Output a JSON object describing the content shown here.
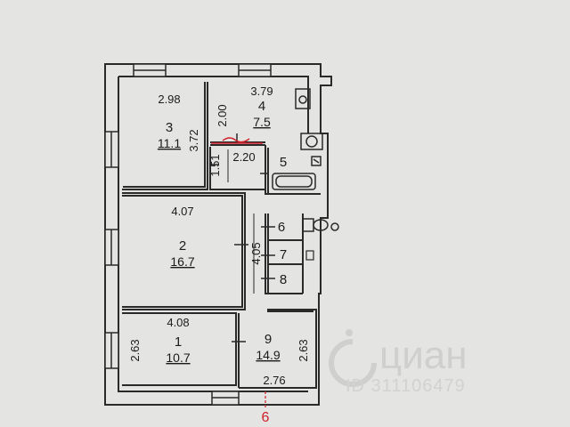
{
  "plan": {
    "rooms": [
      {
        "id": "room-3",
        "number": "3",
        "area": "11.1",
        "width": "2.98",
        "length": "3.72"
      },
      {
        "id": "room-4",
        "number": "4",
        "area": "7.5",
        "width": "3.79",
        "length": "2.00"
      },
      {
        "id": "room-5",
        "number": "5"
      },
      {
        "id": "room-2",
        "number": "2",
        "area": "16.7",
        "width": "4.07"
      },
      {
        "id": "room-6",
        "number": "6"
      },
      {
        "id": "room-7",
        "number": "7"
      },
      {
        "id": "room-8",
        "number": "8"
      },
      {
        "id": "room-1",
        "number": "1",
        "area": "10.7",
        "width": "4.08",
        "length": "2.63"
      },
      {
        "id": "room-9",
        "number": "9",
        "area": "14.9",
        "width": "2.76",
        "length": "2.63"
      }
    ],
    "dims": {
      "corridor_width": "1.51",
      "corridor_length": "2.20",
      "hall_length": "4.05"
    },
    "floor_label": "6",
    "watermark": {
      "brand": "циан",
      "listing_id": "ID 311106479"
    },
    "colors": {
      "wall": "#2a2a2a",
      "floor_label": "#d0202a",
      "watermark": "#cfcfcd"
    }
  }
}
